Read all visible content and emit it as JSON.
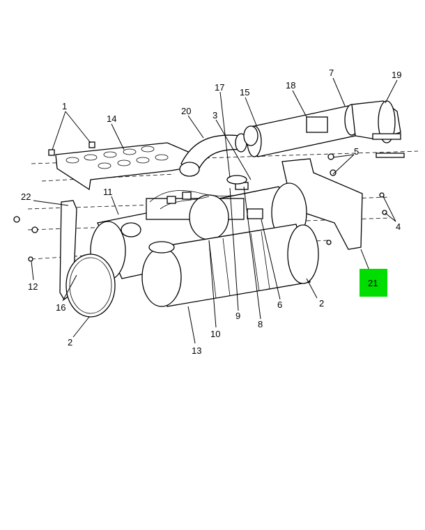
{
  "diagram": {
    "callouts": [
      "1",
      "14",
      "20",
      "17",
      "3",
      "15",
      "18",
      "7",
      "19",
      "5",
      "22",
      "11",
      "4",
      "12",
      "16",
      "2",
      "13",
      "10",
      "9",
      "8",
      "6",
      "2",
      "21"
    ],
    "highlight_label": "21",
    "highlight_color": "#00dd00",
    "footer_left": "",
    "footer_right": ""
  }
}
